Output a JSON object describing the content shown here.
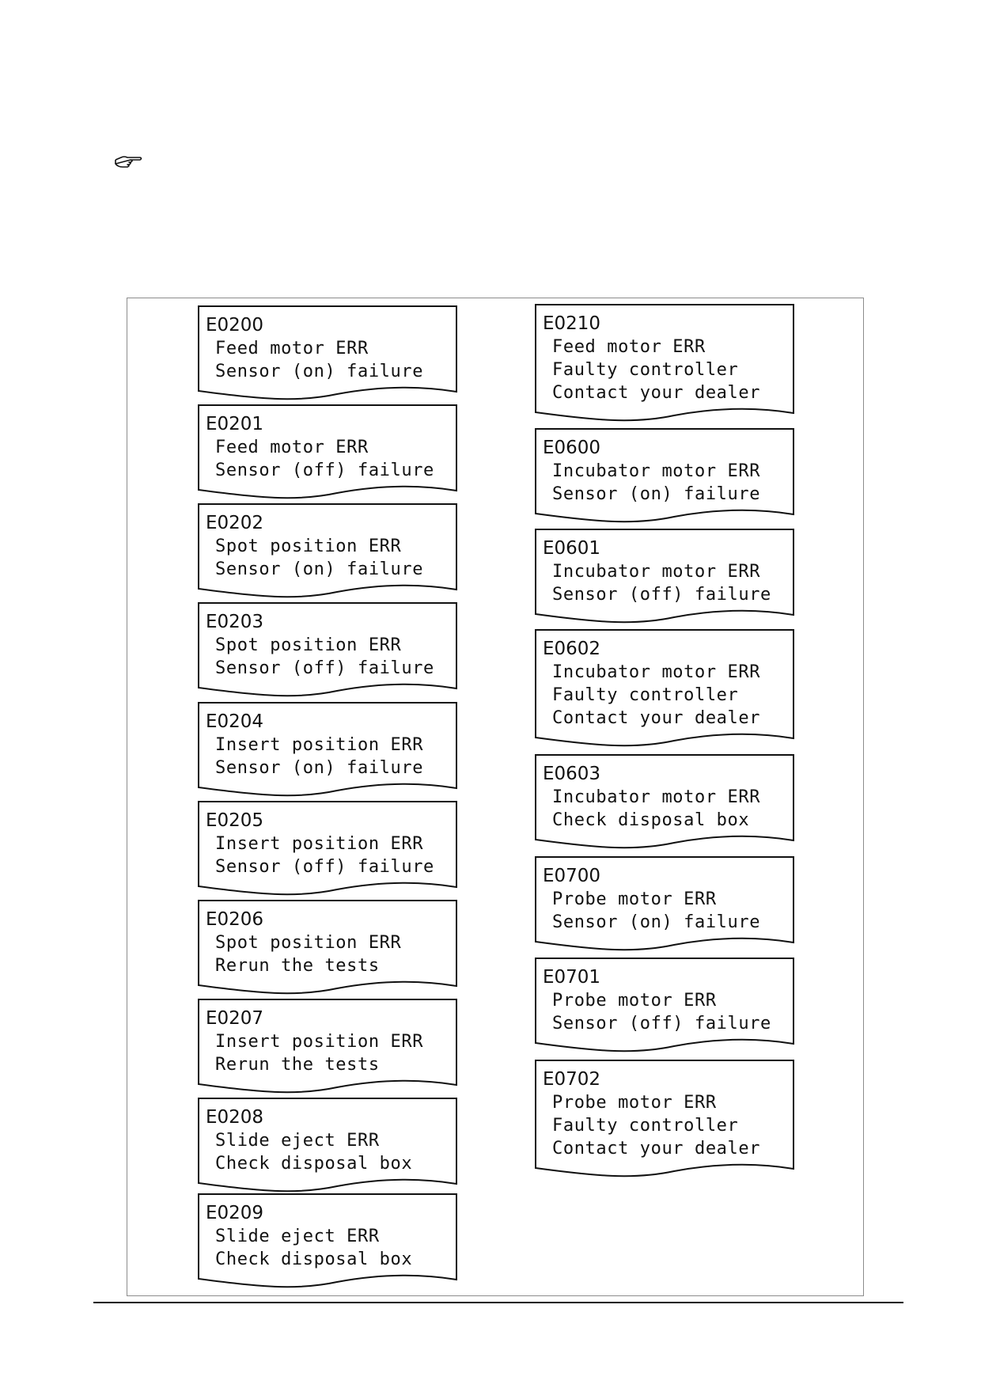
{
  "left_column": [
    {
      "code": "E0200",
      "lines": [
        "Feed motor ERR",
        "Sensor (on) failure"
      ]
    },
    {
      "code": "E0201",
      "lines": [
        "Feed motor ERR",
        "Sensor (off) failure"
      ]
    },
    {
      "code": "E0202",
      "lines": [
        "Spot position ERR",
        "Sensor (on) failure"
      ]
    },
    {
      "code": "E0203",
      "lines": [
        "Spot position ERR",
        "Sensor (off) failure"
      ]
    },
    {
      "code": "E0204",
      "lines": [
        "Insert position ERR",
        "Sensor (on) failure"
      ]
    },
    {
      "code": "E0205",
      "lines": [
        "Insert position ERR",
        "Sensor (off) failure"
      ]
    },
    {
      "code": "E0206",
      "lines": [
        "Spot position ERR",
        "Rerun the tests"
      ]
    },
    {
      "code": "E0207",
      "lines": [
        "Insert position ERR",
        "Rerun the tests"
      ]
    },
    {
      "code": "E0208",
      "lines": [
        "Slide eject ERR",
        "Check disposal box"
      ]
    },
    {
      "code": "E0209",
      "lines": [
        "Slide eject ERR",
        "Check disposal box"
      ]
    }
  ],
  "right_column": [
    {
      "code": "E0210",
      "lines": [
        "Feed motor ERR",
        "Faulty controller",
        "Contact your dealer"
      ]
    },
    {
      "code": "E0600",
      "lines": [
        "Incubator motor ERR",
        "Sensor (on) failure"
      ]
    },
    {
      "code": "E0601",
      "lines": [
        "Incubator motor ERR",
        "Sensor (off) failure"
      ]
    },
    {
      "code": "E0602",
      "lines": [
        "Incubator motor ERR",
        "Faulty controller",
        "Contact your dealer"
      ]
    },
    {
      "code": "E0603",
      "lines": [
        "Incubator motor ERR",
        "Check disposal box"
      ]
    },
    {
      "code": "E0700",
      "lines": [
        "Probe motor ERR",
        "Sensor (on) failure"
      ]
    },
    {
      "code": "E0701",
      "lines": [
        "Probe motor ERR",
        "Sensor (off) failure"
      ]
    },
    {
      "code": "E0702",
      "lines": [
        "Probe motor ERR",
        "Faulty controller",
        "Contact your dealer"
      ]
    }
  ]
}
